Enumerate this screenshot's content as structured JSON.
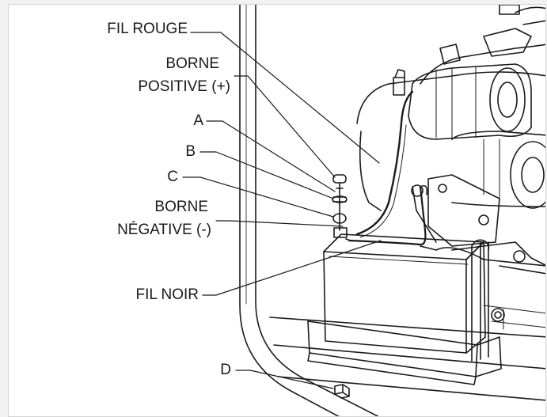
{
  "labels": {
    "fil_rouge": "FIL ROUGE",
    "borne_positive_1": "BORNE",
    "borne_positive_2": "POSITIVE (+)",
    "a": "A",
    "b": "B",
    "c": "C",
    "borne_negative_1": "BORNE",
    "borne_negative_2": "NÉGATIVE (-)",
    "fil_noir": "FIL NOIR",
    "d": "D"
  },
  "colors": {
    "line": "#1a1a1a",
    "background": "#ffffff",
    "page": "#f2f2f2",
    "frame_border": "#d4d4d4"
  }
}
